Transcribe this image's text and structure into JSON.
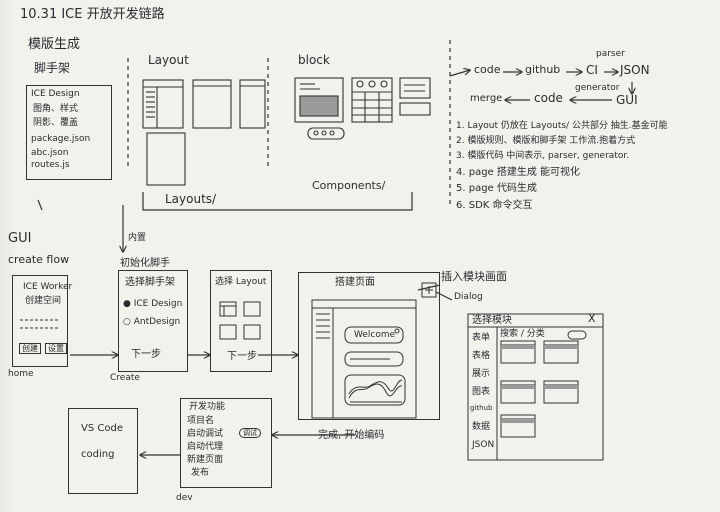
{
  "header": {
    "title": "10.31 ICE 开放开发链路"
  },
  "template_section": {
    "title": "模版生成",
    "scaffold": {
      "label": "脚手架",
      "items": [
        "ICE Design",
        "图角、样式",
        "阴影、覆盖",
        "package.json",
        "abc.json",
        "routes.js"
      ]
    },
    "layout_label": "Layout",
    "layouts_caption": "Layouts/",
    "block_label": "block",
    "components_caption": "Components/"
  },
  "pipeline": {
    "code_top": "code",
    "github": "github",
    "parser": "parser",
    "ci": "CI",
    "json": "JSON",
    "generator": "generator",
    "merge": "merge",
    "code_bottom": "code",
    "gui": "GUI"
  },
  "notes": [
    "1. Layout 仍放在 Layouts/ 公共部分 抽生.基金可能",
    "2. 模版规则、模版和脚手架 工作流.抱着方式",
    "3. 模版代码 中间表示, parser, generator.",
    "4. page 搭建生成 能可视化",
    "5. page 代码生成",
    "6. SDK 命令交互"
  ],
  "gui_section": {
    "title": "GUI",
    "create_flow": "create flow",
    "builtin": "内置",
    "init_scaffold": "初始化脚手",
    "home": {
      "line1": "ICE Worker",
      "line2": "创建空间",
      "btn_create": "创建",
      "btn_other": "设置",
      "caption": "home"
    },
    "choose_scaffold": {
      "title": "选择脚手架",
      "opt1": "ICE Design",
      "opt2": "AntDesign",
      "next": "下一步",
      "caption": "Create"
    },
    "choose_layout": {
      "title": "选择 Layout",
      "next": "下一步"
    },
    "build_page": {
      "title": "搭建页面",
      "welcome": "Welcome",
      "done": "完成, 开始编码"
    },
    "insert_block": {
      "label": "插入模块画面",
      "dialog_caption": "Dialog",
      "dialog_title": "选择模块",
      "dialog_search": "搜索 / 分类",
      "categories": [
        "表单",
        "表格",
        "展示",
        "图表",
        "github",
        "数据",
        "JSON"
      ]
    },
    "vscode": {
      "label1": "VS Code",
      "label2": "coding"
    },
    "dev": {
      "items": [
        "开发功能",
        "项目名",
        "启动调试",
        "启动代理",
        "新建页面",
        "发布"
      ],
      "badge": "调试",
      "caption": "dev"
    }
  }
}
